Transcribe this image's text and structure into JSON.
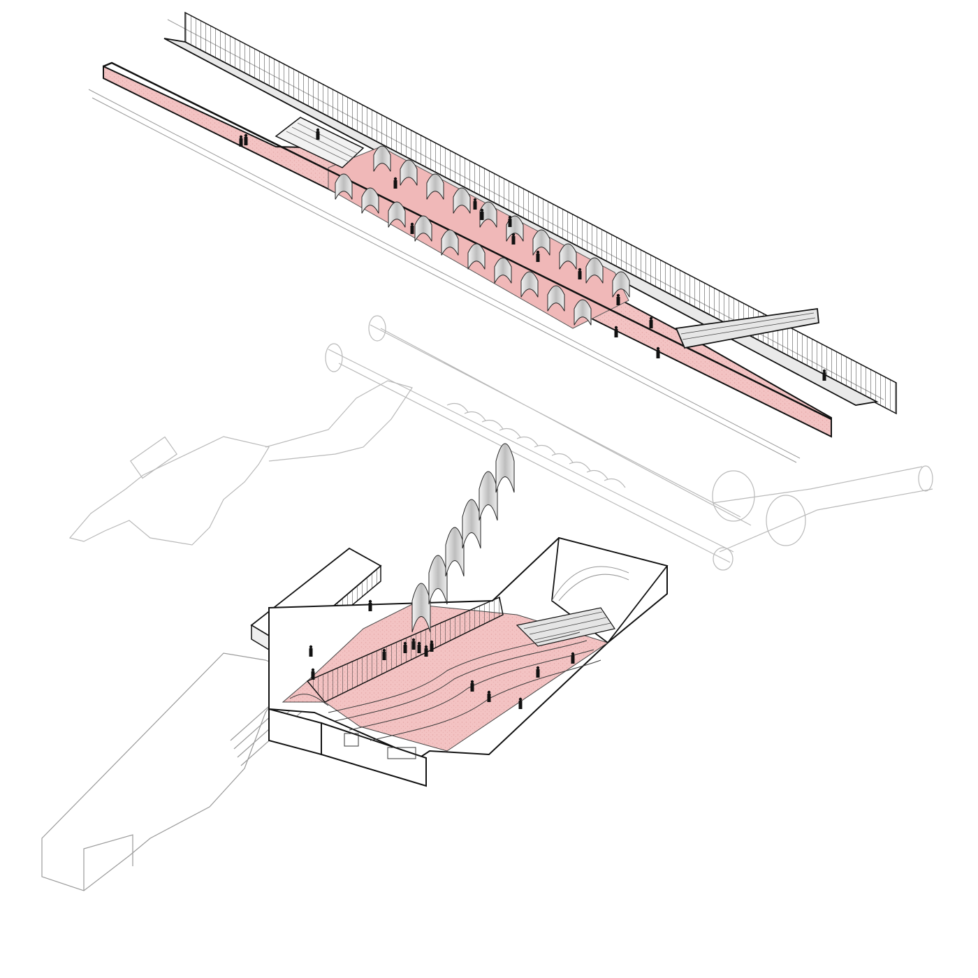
{
  "drawing": {
    "kind": "exploded axonometric",
    "text_labels": []
  },
  "levels": [
    {
      "id": "platform-level",
      "fill": "#f3c3c3",
      "outline": "#111111"
    },
    {
      "id": "tunnels-level",
      "fill": "none",
      "outline": "#b5b5b5"
    },
    {
      "id": "concourse-level",
      "fill": "#f3c3c3",
      "outline": "#111111"
    }
  ],
  "colors": {
    "floor": "#f3c3c3",
    "floor_dark": "#e9a9a9",
    "ghost_line": "#b9b9b9",
    "ink": "#111111",
    "wall_hatch": "#333333",
    "vault": "#d7d7d7"
  }
}
